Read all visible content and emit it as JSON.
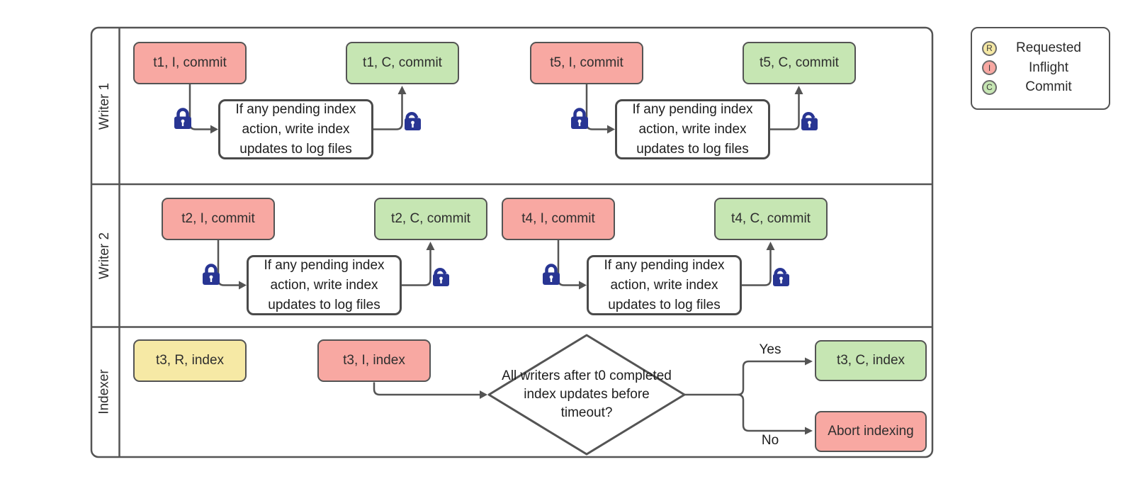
{
  "lanes": {
    "writer1": "Writer 1",
    "writer2": "Writer 2",
    "indexer": "Indexer"
  },
  "writer_groups": [
    {
      "inflight": "t1, I, commit",
      "process": "If any pending index action, write index updates to log files",
      "commit": "t1, C, commit"
    },
    {
      "inflight": "t5, I, commit",
      "process": "If any pending index action, write index updates to log files",
      "commit": "t5, C, commit"
    },
    {
      "inflight": "t2, I, commit",
      "process": "If any pending index action, write index updates to log files",
      "commit": "t2, C, commit"
    },
    {
      "inflight": "t4, I, commit",
      "process": "If any pending index action, write index updates to log files",
      "commit": "t4, C, commit"
    }
  ],
  "indexer": {
    "requested": "t3, R, index",
    "inflight": "t3, I, index",
    "decision": "All writers after t0 completed index updates before timeout?",
    "yes_label": "Yes",
    "no_label": "No",
    "commit": "t3, C, index",
    "abort": "Abort indexing"
  },
  "legend": {
    "items": [
      {
        "letter": "R",
        "label": "Requested",
        "color": "#f6e9a5"
      },
      {
        "letter": "I",
        "label": "Inflight",
        "color": "#f8a8a2"
      },
      {
        "letter": "C",
        "label": "Commit",
        "color": "#c6e6b3"
      }
    ]
  },
  "colors": {
    "requested_fill": "#f6e9a5",
    "inflight_fill": "#f8a8a2",
    "commit_fill": "#c6e6b3",
    "process_fill": "#ffffff",
    "stroke": "#545454",
    "lock": "#283593"
  }
}
